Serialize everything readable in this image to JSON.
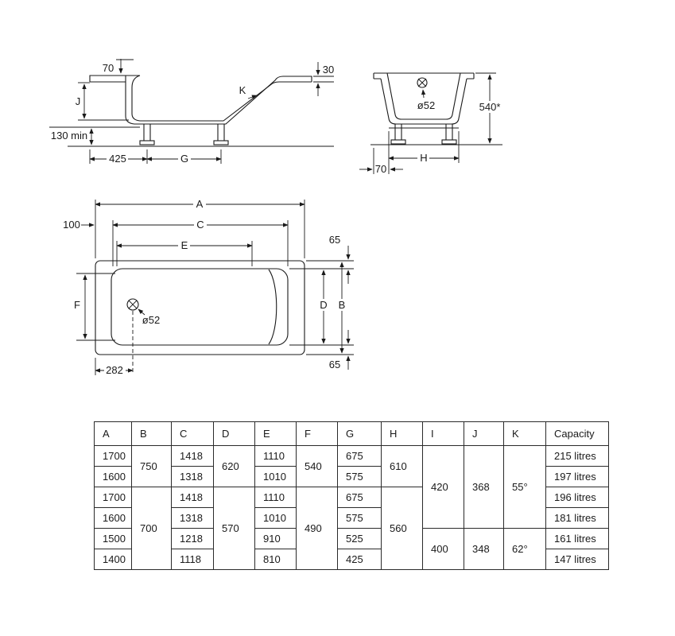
{
  "side_view": {
    "rim_overhang": "70",
    "depth": "J",
    "clearance": "130 min",
    "front_offset": "425",
    "leg_spacing": "G",
    "slope_angle": "K",
    "rim_height": "30"
  },
  "end_view": {
    "drain_diameter": "ø52",
    "total_height": "540*",
    "leg_span": "H",
    "side_offset": "70"
  },
  "plan_view": {
    "overall_length": "A",
    "inner_length": "C",
    "flat_length": "E",
    "head_offset": "100",
    "rim_width_top": "65",
    "inner_width_head": "F",
    "inner_width": "D",
    "overall_width": "B",
    "drain_diameter": "ø52",
    "drain_offset": "282",
    "rim_width_bottom": "65"
  },
  "table": {
    "headers": [
      "A",
      "B",
      "C",
      "D",
      "E",
      "F",
      "G",
      "H",
      "I",
      "J",
      "K",
      "Capacity"
    ],
    "rows": [
      [
        {
          "t": "1700"
        },
        {
          "t": "750",
          "rs": 2
        },
        {
          "t": "1418"
        },
        {
          "t": "620",
          "rs": 2
        },
        {
          "t": "1110"
        },
        {
          "t": "540",
          "rs": 2
        },
        {
          "t": "675"
        },
        {
          "t": "610",
          "rs": 2
        },
        {
          "t": "420",
          "rs": 4
        },
        {
          "t": "368",
          "rs": 4
        },
        {
          "t": "55°",
          "rs": 4
        },
        {
          "t": "215 litres"
        }
      ],
      [
        {
          "t": "1600"
        },
        {
          "t": "1318"
        },
        {
          "t": "1010"
        },
        {
          "t": "575"
        },
        {
          "t": "197 litres"
        }
      ],
      [
        {
          "t": "1700"
        },
        {
          "t": "700",
          "rs": 4
        },
        {
          "t": "1418"
        },
        {
          "t": "570",
          "rs": 4
        },
        {
          "t": "1110"
        },
        {
          "t": "490",
          "rs": 4
        },
        {
          "t": "675"
        },
        {
          "t": "560",
          "rs": 4
        },
        {
          "t": "196 litres"
        }
      ],
      [
        {
          "t": "1600"
        },
        {
          "t": "1318"
        },
        {
          "t": "1010"
        },
        {
          "t": "575"
        },
        {
          "t": "181 litres"
        }
      ],
      [
        {
          "t": "1500"
        },
        {
          "t": "1218"
        },
        {
          "t": "910"
        },
        {
          "t": "525"
        },
        {
          "t": "400",
          "rs": 2
        },
        {
          "t": "348",
          "rs": 2
        },
        {
          "t": "62°",
          "rs": 2
        },
        {
          "t": "161 litres"
        }
      ],
      [
        {
          "t": "1400"
        },
        {
          "t": "1118"
        },
        {
          "t": "810"
        },
        {
          "t": "425"
        },
        {
          "t": "147 litres"
        }
      ]
    ]
  },
  "colors": {
    "line": "#1a1a1a",
    "background": "#ffffff"
  }
}
